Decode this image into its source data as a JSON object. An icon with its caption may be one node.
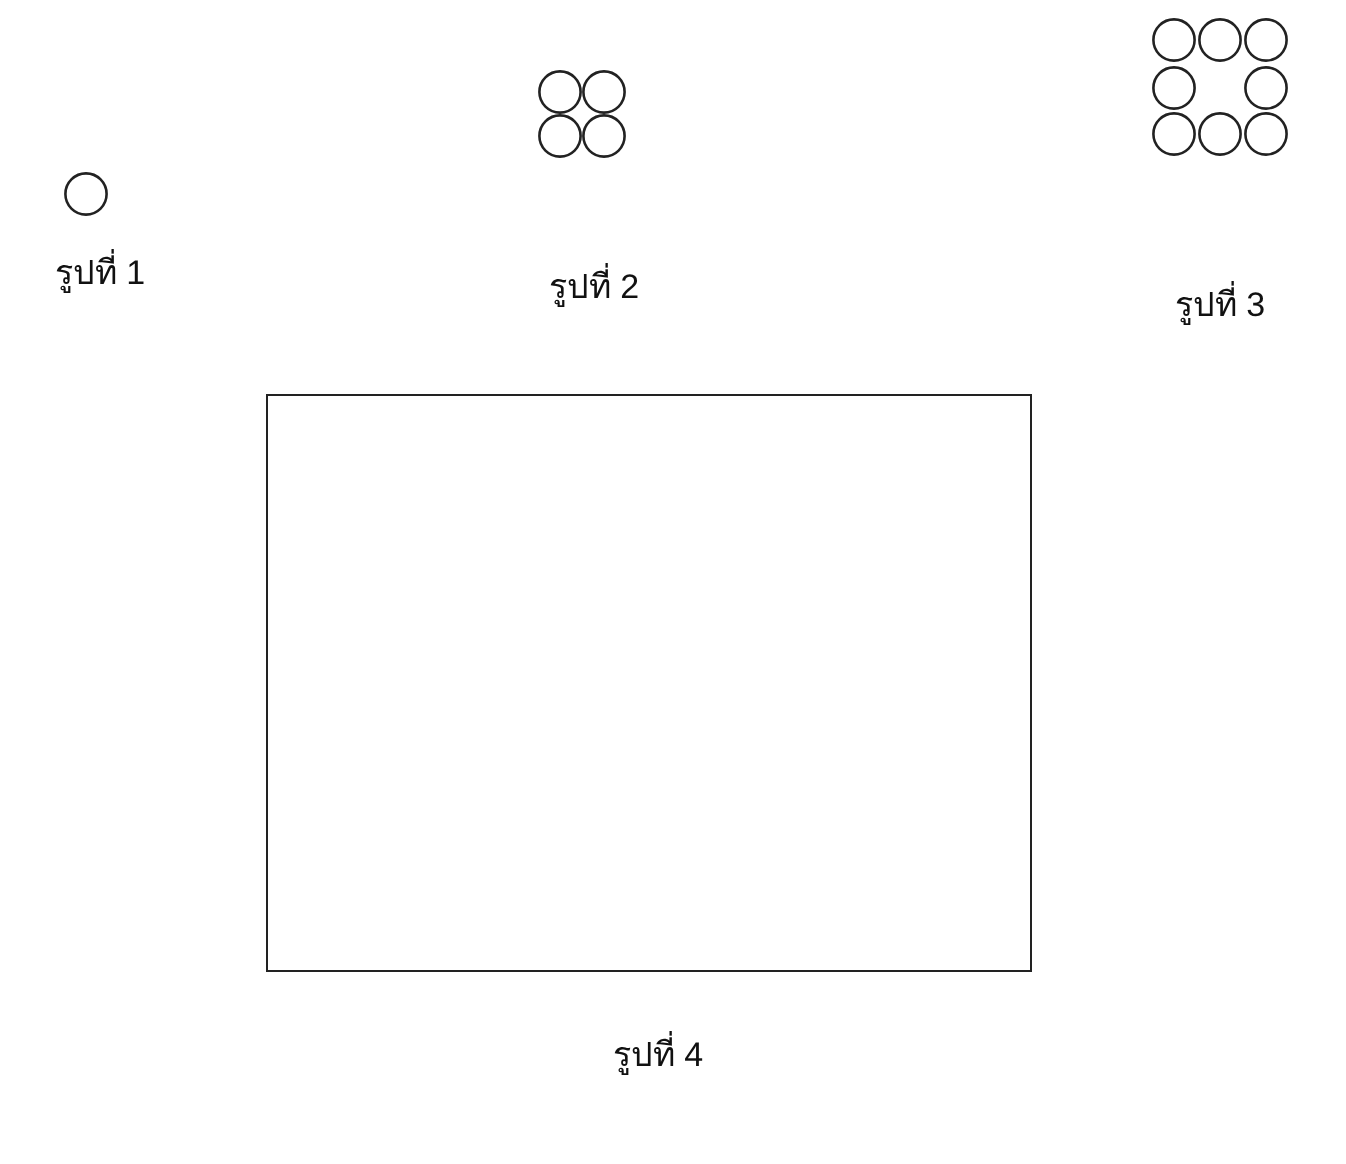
{
  "diagram": {
    "nodes": [
      {
        "text": [],
        "shape": "circle"
      },
      {
        "text": [],
        "shape": "circle"
      },
      {
        "text": [],
        "shape": "circle"
      },
      {
        "text": [],
        "shape": "circle"
      },
      {
        "text": [],
        "shape": "circle"
      },
      {
        "text": [],
        "shape": "circle"
      },
      {
        "text": [],
        "shape": "circle"
      },
      {
        "text": [],
        "shape": "circle"
      },
      {
        "text": [],
        "shape": "circle"
      },
      {
        "text": [],
        "shape": "circle"
      },
      {
        "text": [],
        "shape": "circle"
      },
      {
        "text": [],
        "shape": "circle"
      },
      {
        "text": [],
        "shape": "circle"
      },
      {
        "text": [],
        "shape": "box"
      }
    ],
    "labels": [
      "รูปที่ 1",
      "รูปที่ 2",
      "รูปที่ 3",
      "รูปที่ 4"
    ]
  }
}
